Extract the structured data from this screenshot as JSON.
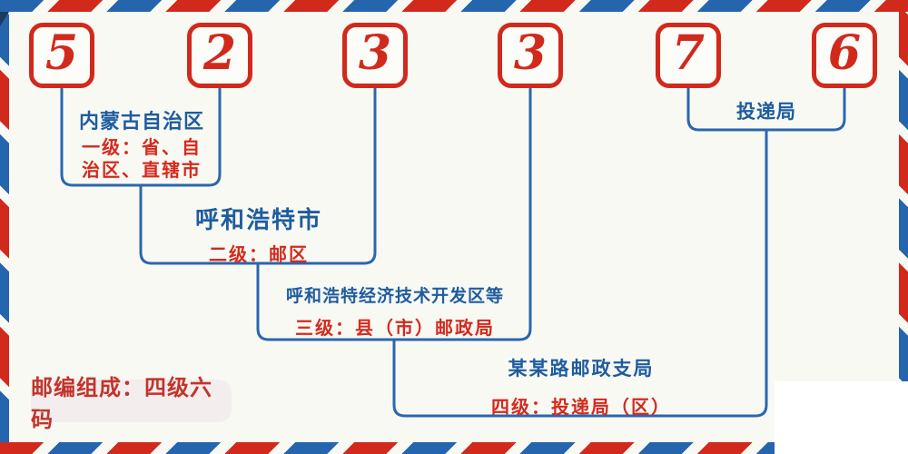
{
  "diagram_title": "邮编组成：四级六码",
  "postal_code": {
    "digits": [
      "5",
      "2",
      "3",
      "3",
      "7",
      "6"
    ]
  },
  "levels": [
    {
      "name": "内蒙古自治区",
      "desc": [
        "一级：省、自",
        "治区、直辖市"
      ]
    },
    {
      "name": "呼和浩特市",
      "desc": [
        "二级：邮区"
      ]
    },
    {
      "name": "呼和浩特经济技术开发区等",
      "desc": [
        "三级：县（市）邮政局"
      ]
    },
    {
      "name": "某某路邮政支局",
      "desc": [
        "四级：投递局（区）"
      ]
    }
  ],
  "delivery_office_label": "投递局",
  "colors": {
    "digit_red": "#d2291d",
    "desc_red": "#d5291d",
    "name_blue": "#1e5c9f",
    "connector_blue": "#2a67ae",
    "stripe_red": "#d2291d",
    "stripe_blue": "#2565ae",
    "corner_navy": "#1d3a5f",
    "badge_bg": "#f3edee",
    "badge_text": "#c2342a",
    "background": "#f9f9f4"
  }
}
